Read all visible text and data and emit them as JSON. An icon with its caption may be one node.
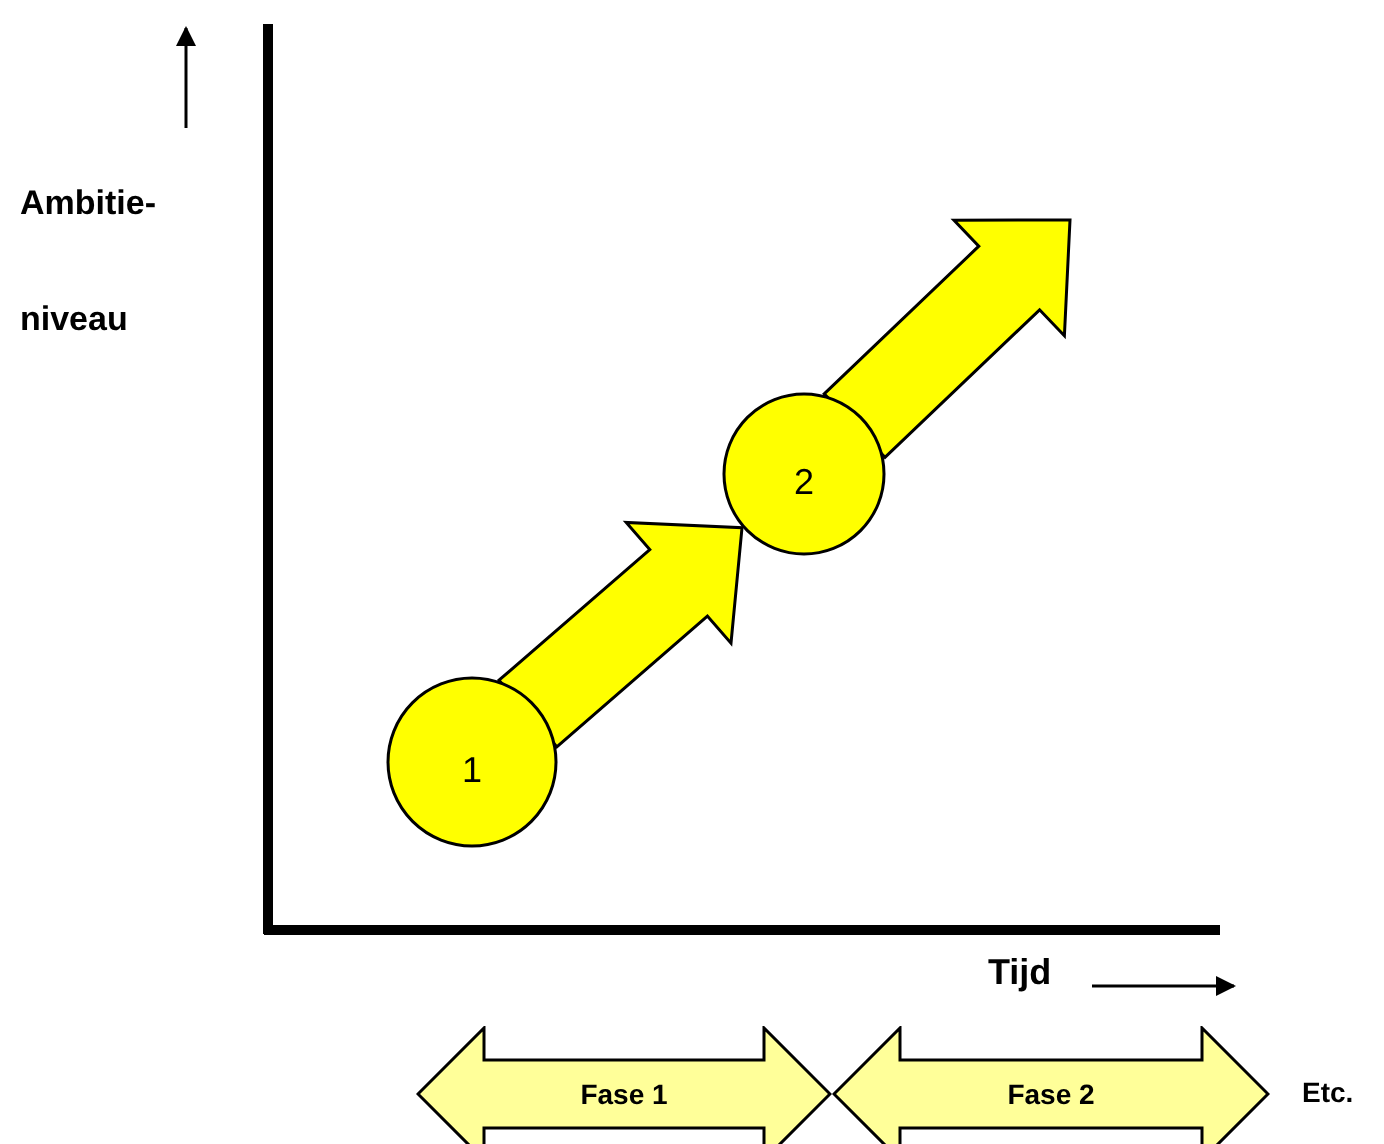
{
  "diagram": {
    "nodes": [
      {
        "text": [
          "1"
        ]
      },
      {
        "text": [
          "2"
        ]
      },
      {
        "text": [
          "Fase 1"
        ]
      },
      {
        "text": [
          "Fase 2"
        ]
      }
    ],
    "edges": [
      {
        "from": 0,
        "to": 1,
        "arrow": "to"
      },
      {
        "from": 1,
        "to": null,
        "arrow": "to"
      }
    ],
    "labels": [
      "Ambitie-",
      "niveau",
      "Tijd",
      "Etc."
    ]
  }
}
